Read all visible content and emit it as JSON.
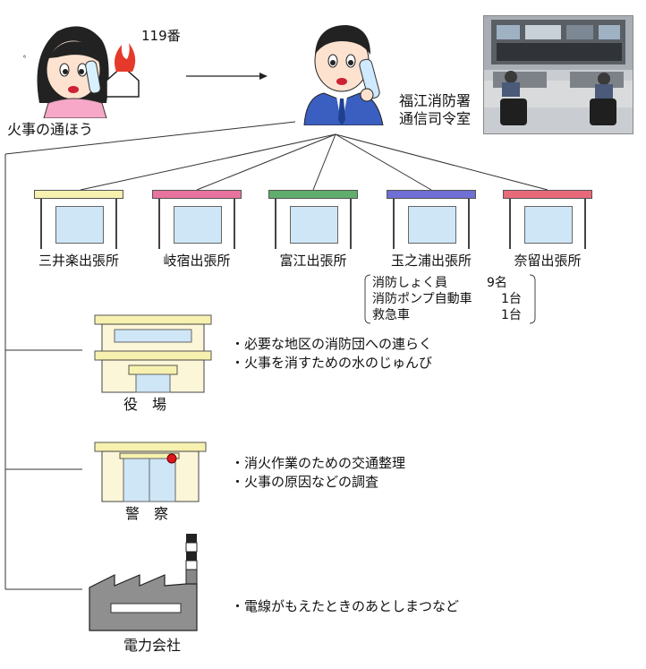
{
  "caller": {
    "number": "119番",
    "label": "火事の通ほう"
  },
  "hq": {
    "label_line1": "福江消防署",
    "label_line2": "通信司令室"
  },
  "stations": [
    {
      "name": "三井楽出張所",
      "roof_color": "#f7f1b0"
    },
    {
      "name": "岐宿出張所",
      "roof_color": "#e8739e"
    },
    {
      "name": "富江出張所",
      "roof_color": "#5fae6e"
    },
    {
      "name": "玉之浦出張所",
      "roof_color": "#6f6fd6"
    },
    {
      "name": "奈留出張所",
      "roof_color": "#e8697a"
    }
  ],
  "staffing": [
    {
      "item": "消防しょく員",
      "count": "9名"
    },
    {
      "item": "消防ポンプ自動車",
      "count": "1台"
    },
    {
      "item": "救急車",
      "count": "1台"
    }
  ],
  "town_office": {
    "label": "役　場",
    "duties": [
      "・必要な地区の消防団への連らく",
      "・火事を消すための水のじゅんび"
    ]
  },
  "police": {
    "label": "警　察",
    "duties": [
      "・消火作業のための交通整理",
      "・火事の原因などの調査"
    ]
  },
  "power": {
    "label": "電力会社",
    "duties": [
      "・電線がもえたときのあとしまつなど"
    ]
  }
}
